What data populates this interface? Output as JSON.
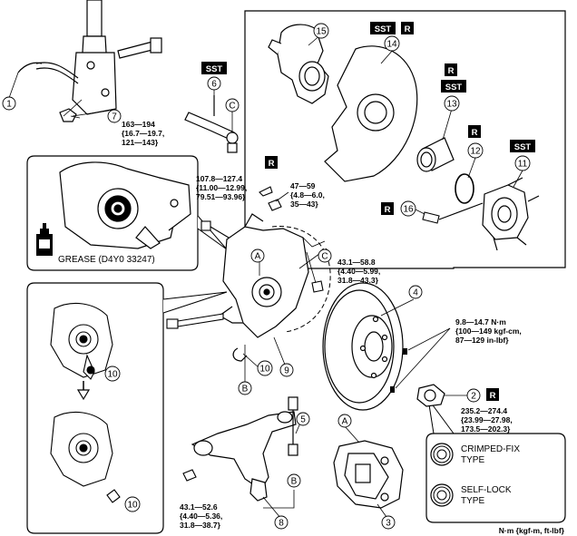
{
  "callouts": [
    "1",
    "2",
    "3",
    "4",
    "5",
    "6",
    "7",
    "8",
    "9",
    "10",
    "11",
    "12",
    "13",
    "14",
    "15",
    "16"
  ],
  "letters": {
    "a": "A",
    "b": "B",
    "c": "C"
  },
  "badges": {
    "sst": "SST",
    "r": "R"
  },
  "torques": {
    "t7": [
      "163—194",
      "{16.7—19.7,",
      "121—143}"
    ],
    "tKnuckle": [
      "107.8—127.4",
      "{11.00—12.99,",
      "79.51—93.96}"
    ],
    "tNut": [
      "47—59",
      "{4.8—6.0,",
      "35—43}"
    ],
    "tCaliper": [
      "43.1—58.8",
      "{4.40—5.99,",
      "31.8—43.3}"
    ],
    "tScrew": [
      "9.8—14.7 N·m",
      "{100—149 kgf-cm,",
      "87—129 in-lbf}"
    ],
    "tLockNut": [
      "235.2—274.4",
      "{23.99—27.98,",
      "173.5—202.3}"
    ],
    "tLowerArm": [
      "43.1—52.6",
      "{4.40—5.36,",
      "31.8—38.7}"
    ]
  },
  "grease_label": "GREASE (D4Y0 33247)",
  "nut_types": {
    "crimped": [
      "CRIMPED-FIX",
      "TYPE"
    ],
    "selflock": [
      "SELF-LOCK",
      "TYPE"
    ]
  },
  "units_note": "N·m {kgf-m, ft-lbf}"
}
